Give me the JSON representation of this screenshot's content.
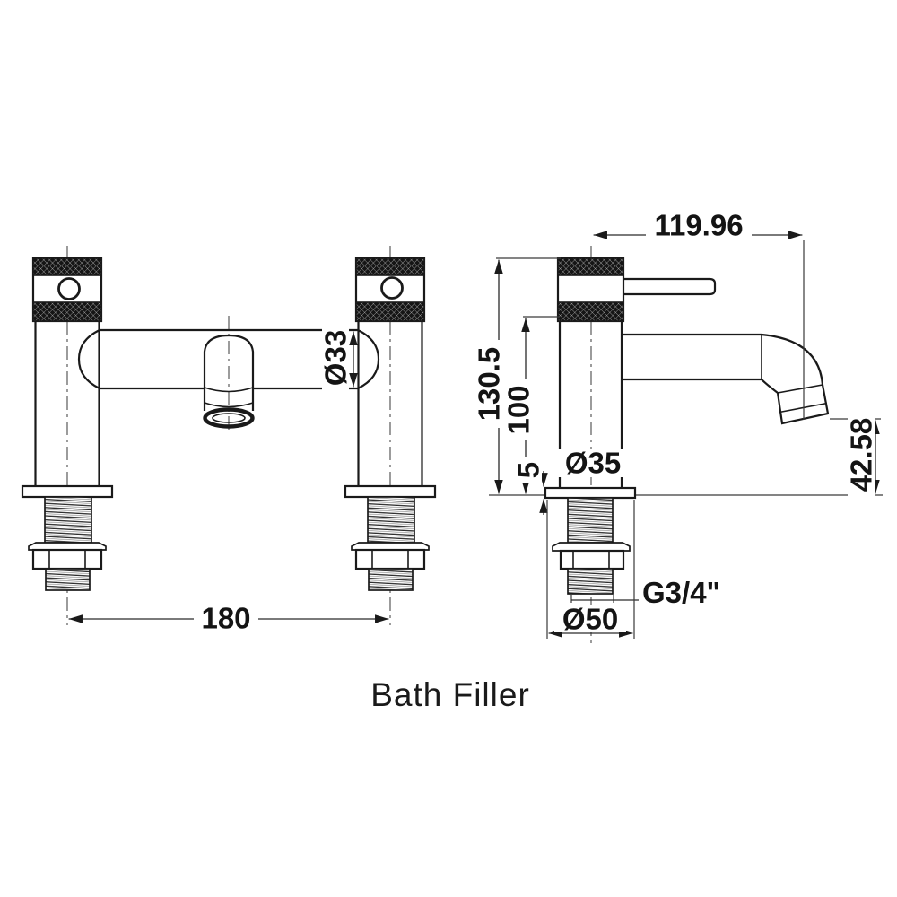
{
  "caption": "Bath Filler",
  "colors": {
    "line": "#1a1a1a",
    "background": "#ffffff"
  },
  "front_view": {
    "name": "bath filler front elevation",
    "dim_body_diameter": "Ø33",
    "dim_hole_centres": "180"
  },
  "side_view": {
    "name": "bath filler side elevation",
    "dim_spout_reach": "119.96",
    "dim_overall_height": "130.5",
    "dim_deck_to_body": "100",
    "dim_deck_thickness": "5",
    "dim_column_diameter": "Ø35",
    "dim_spout_outlet_height": "42.58",
    "dim_thread_size": "G3/4\"",
    "dim_flange_diameter": "Ø50"
  }
}
